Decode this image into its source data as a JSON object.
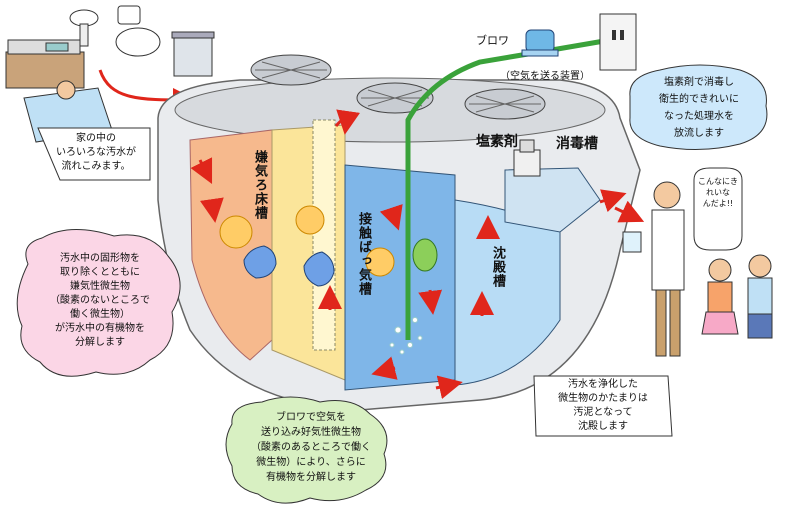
{
  "labels": {
    "blower": "ブロワ",
    "blower_sub": "（空気を送る装置）",
    "chlorine": "塩素剤",
    "disinfection_tank": "消毒槽",
    "anaerobic_tank": "嫌気ろ床槽",
    "aerobic_tank": "接触ばっ気槽",
    "settling_tank": "沈殿槽"
  },
  "notes": {
    "house_inflow": "家の中の\nいろいろな汚水が\n流れこみます。",
    "anaerobic": "汚水中の固形物を\n取り除くとともに\n嫌気性微生物\n（酸素のないところで\n働く微生物）\nが汚水中の有機物を\n分解します",
    "aerobic": "ブロワで空気を\n送り込み好気性微生物\n（酸素のあるところで働く\n微生物）により、さらに\n有機物を分解します",
    "settling": "汚水を浄化した\n微生物のかたまりは\n汚泥となって\n沈殿します",
    "disinfection": "塩素剤で消毒し\n衛生的できれいに\nなった処理水を\n放流します",
    "speech": "こんなにきれいな\nんだよ!!"
  },
  "colors": {
    "anaerobic_fill": "#f6b98d",
    "filter_fill": "#fbe59a",
    "aerobic_fill": "#7fb6e8",
    "settling_fill": "#b8dcf5",
    "flow_arrow": "#e0261b",
    "pipe_green": "#3aa23a",
    "bubble_pink": "#fbd6e6",
    "bubble_green": "#d8f0c2",
    "bubble_blue": "#cde8fb"
  },
  "icons": [
    "bathtub-icon",
    "washbasin-icon",
    "toilet-icon",
    "washing-machine-icon",
    "blower-icon",
    "outlet-icon",
    "chlorine-tablet-icon",
    "microbe-icon",
    "family-icon"
  ]
}
